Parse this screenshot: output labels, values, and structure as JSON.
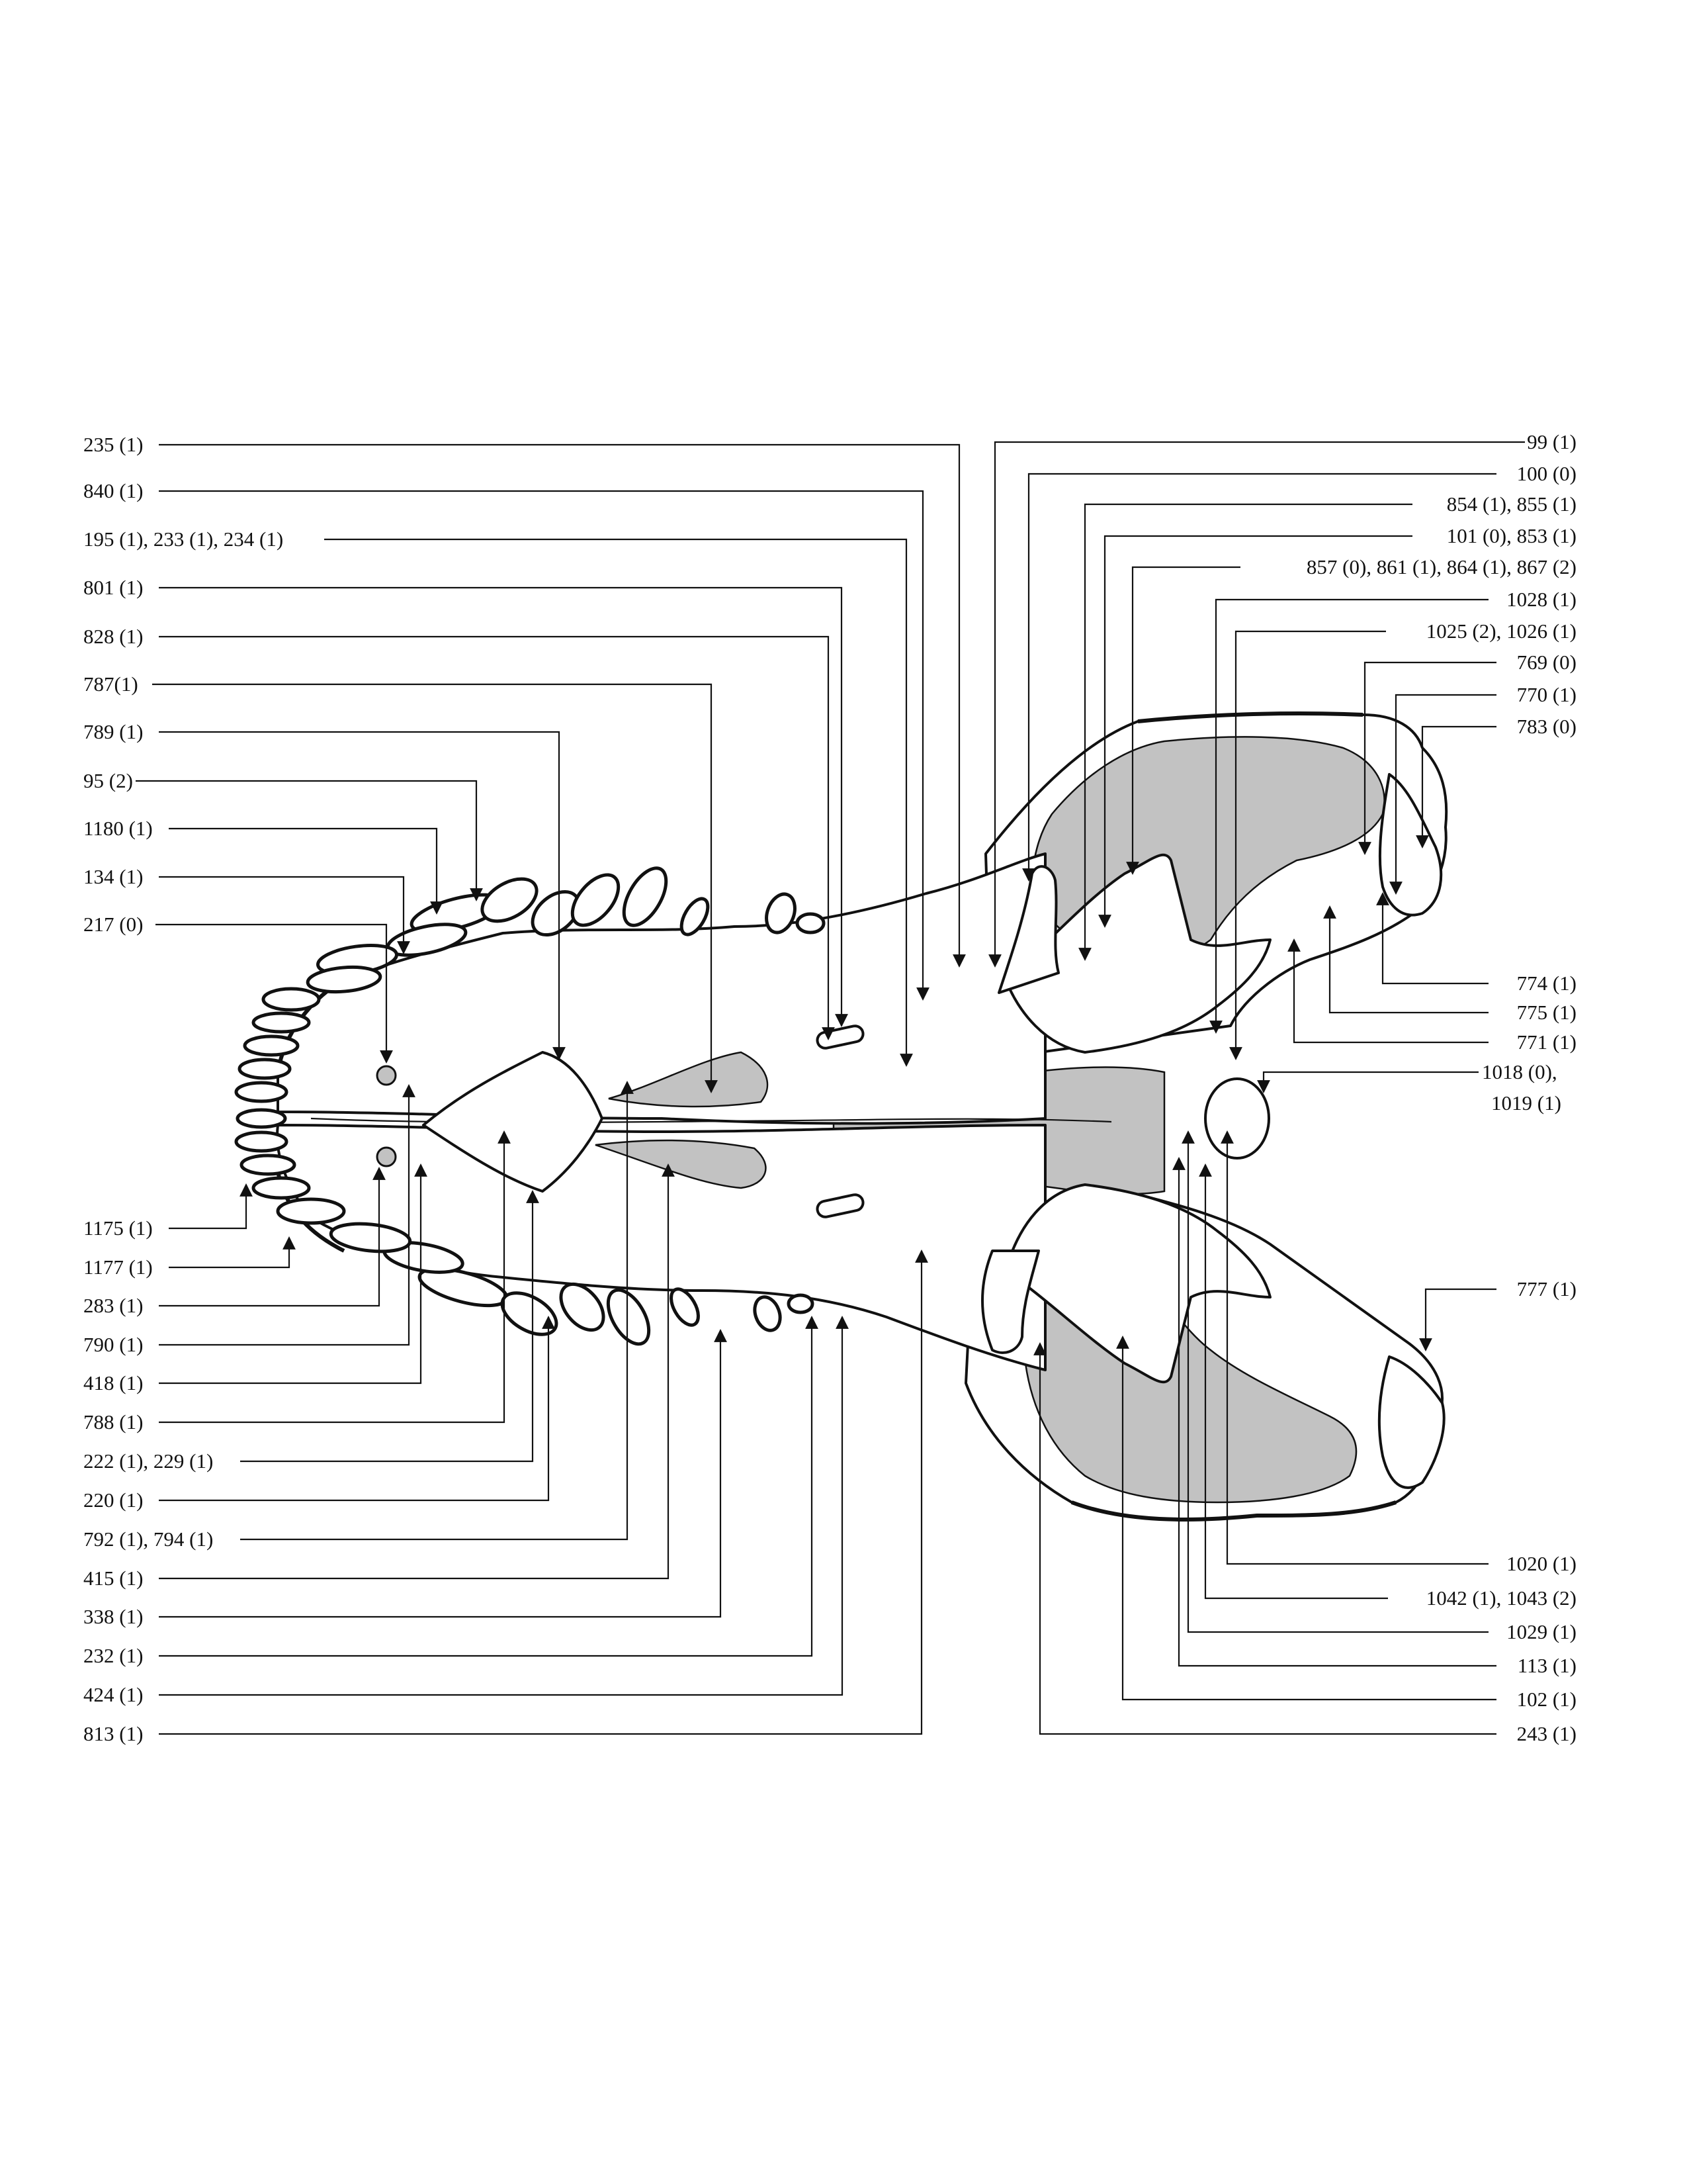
{
  "figure": {
    "fill_color": "#c2c2c2",
    "line_color": "#111111",
    "labels_left_top": [
      "235 (1)",
      "840 (1)",
      "195 (1), 233 (1), 234 (1)",
      "801 (1)",
      "828 (1)",
      "787(1)",
      "789 (1)",
      "95 (2)",
      "1180 (1)",
      "134 (1)",
      "217 (0)"
    ],
    "labels_left_bottom": [
      "1175 (1)",
      "1177 (1)",
      "283 (1)",
      "790 (1)",
      "418 (1)",
      "788 (1)",
      "222 (1), 229 (1)",
      "220 (1)",
      "792 (1), 794 (1)",
      "415 (1)",
      "338 (1)",
      "232 (1)",
      "424 (1)",
      "813 (1)"
    ],
    "labels_right_top": [
      "99 (1)",
      "100 (0)",
      "854 (1), 855 (1)",
      "101 (0), 853 (1)",
      "857 (0), 861 (1), 864 (1), 867 (2)",
      "1028 (1)",
      "1025 (2), 1026 (1)",
      "769 (0)",
      "770 (1)",
      "783 (0)"
    ],
    "labels_right_middle": [
      "774 (1)",
      "775 (1)",
      "771 (1)"
    ],
    "label_1018": [
      "1018 (0),",
      "1019 (1)"
    ],
    "label_777": "777 (1)",
    "labels_right_bottom": [
      "1020 (1)",
      "1042 (1), 1043 (2)",
      "1029 (1)",
      "113 (1)",
      "102 (1)",
      "243 (1)"
    ]
  }
}
